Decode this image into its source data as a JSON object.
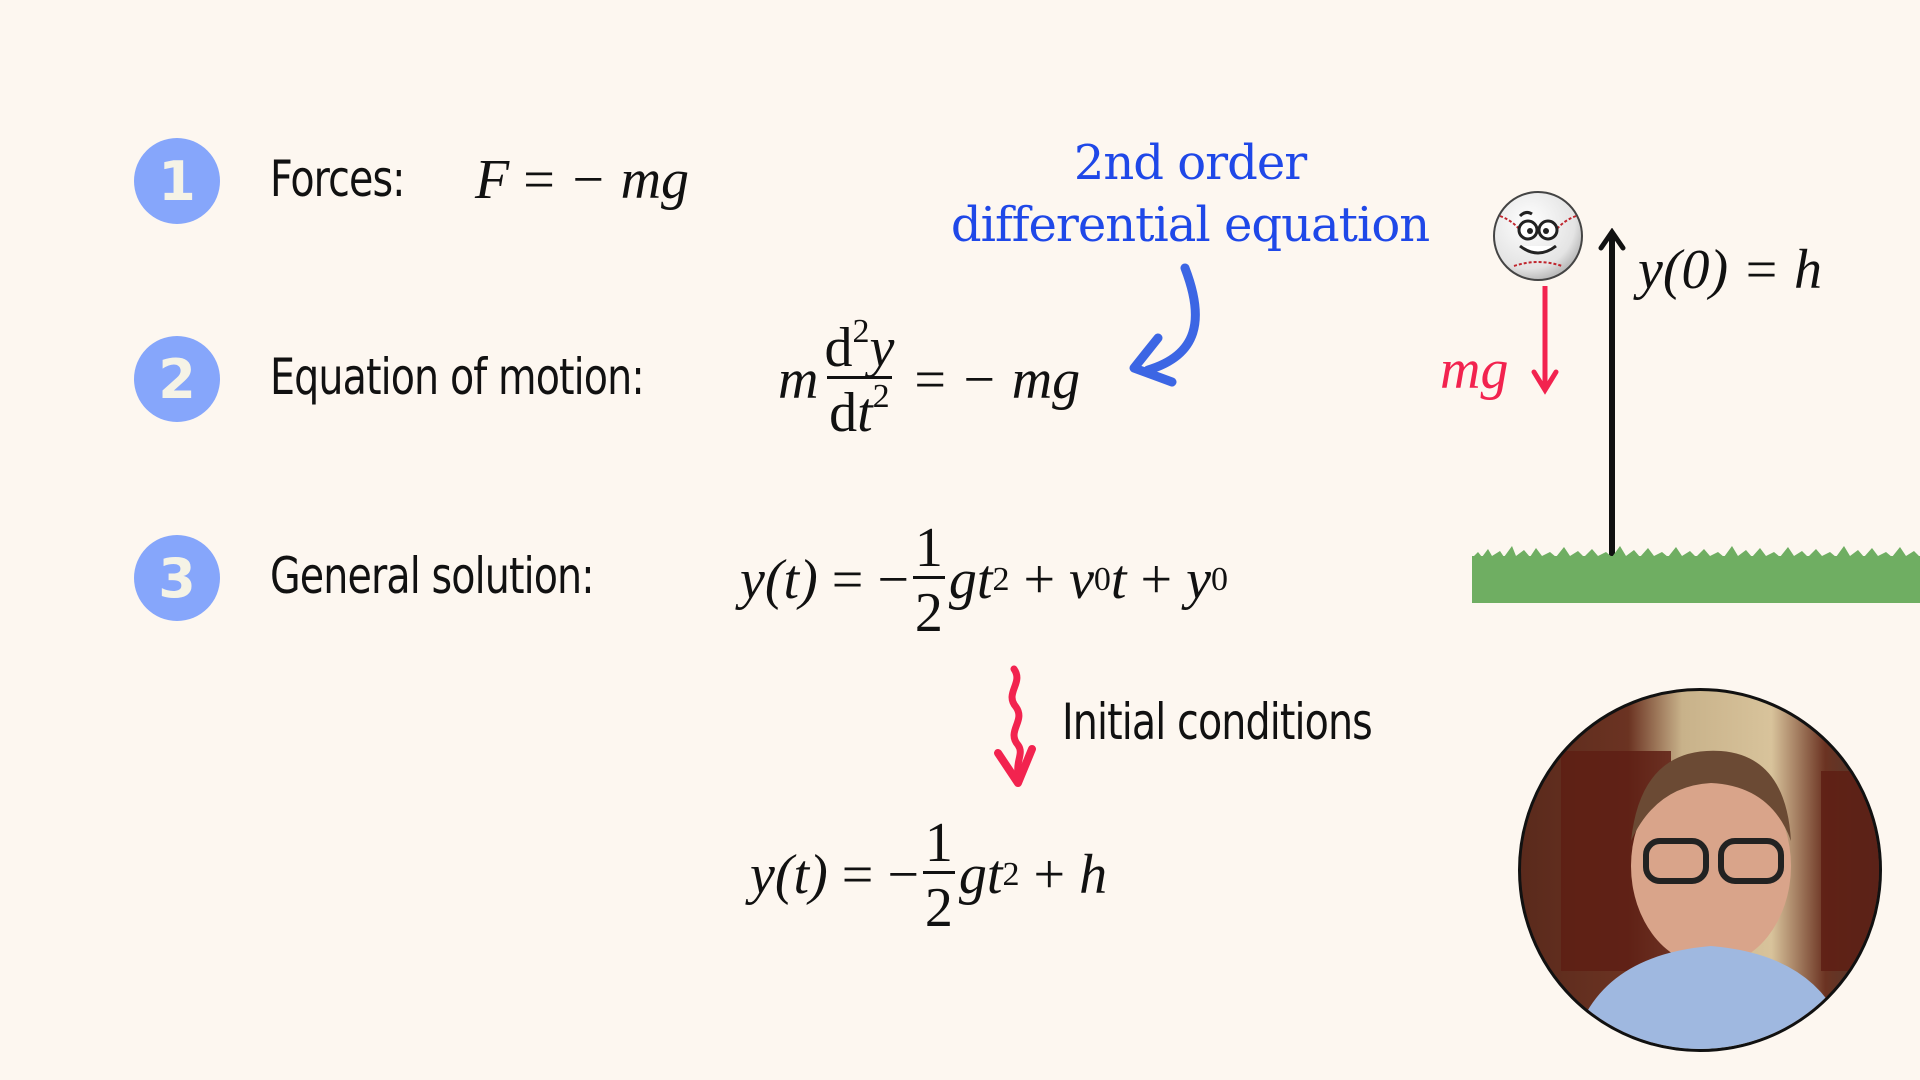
{
  "steps": [
    {
      "number": "1",
      "label": "Forces:",
      "equation": {
        "lhs": "F",
        "rhs": "− mg"
      }
    },
    {
      "number": "2",
      "label": "Equation of motion:",
      "equation": {
        "coef": "m",
        "num": "d",
        "num_sup": "2",
        "num_var": "y",
        "den": "d",
        "den_var": "t",
        "den_sup": "2",
        "rhs": "− mg"
      }
    },
    {
      "number": "3",
      "label": "General solution:",
      "equation": {
        "lhs": "y(t)",
        "sign": "−",
        "frac_num": "1",
        "frac_den": "2",
        "term1": "gt",
        "term1_sup": "2",
        "plus1": "+",
        "term2": "v",
        "term2_sub": "0",
        "term2_tail": "t",
        "plus2": "+",
        "term3": "y",
        "term3_sub": "0"
      }
    }
  ],
  "annotation": {
    "line1": "2nd order",
    "line2": "differential equation",
    "color": "#1f48e8"
  },
  "transition": {
    "label": "Initial conditions",
    "arrow_color": "#f2234f"
  },
  "final_equation": {
    "lhs": "y(t)",
    "sign": "−",
    "frac_num": "1",
    "frac_den": "2",
    "term1": "gt",
    "term1_sup": "2",
    "plus": "+",
    "term2": "h"
  },
  "diagram": {
    "force_label": "mg",
    "force_color": "#f2234f",
    "height_label": "y(0) = h",
    "ground_color": "#6fae62",
    "object": "baseball-with-face"
  },
  "colors": {
    "background": "#fdf7f0",
    "badge": "#86a6fb",
    "badge_text": "#f5f3e6"
  }
}
